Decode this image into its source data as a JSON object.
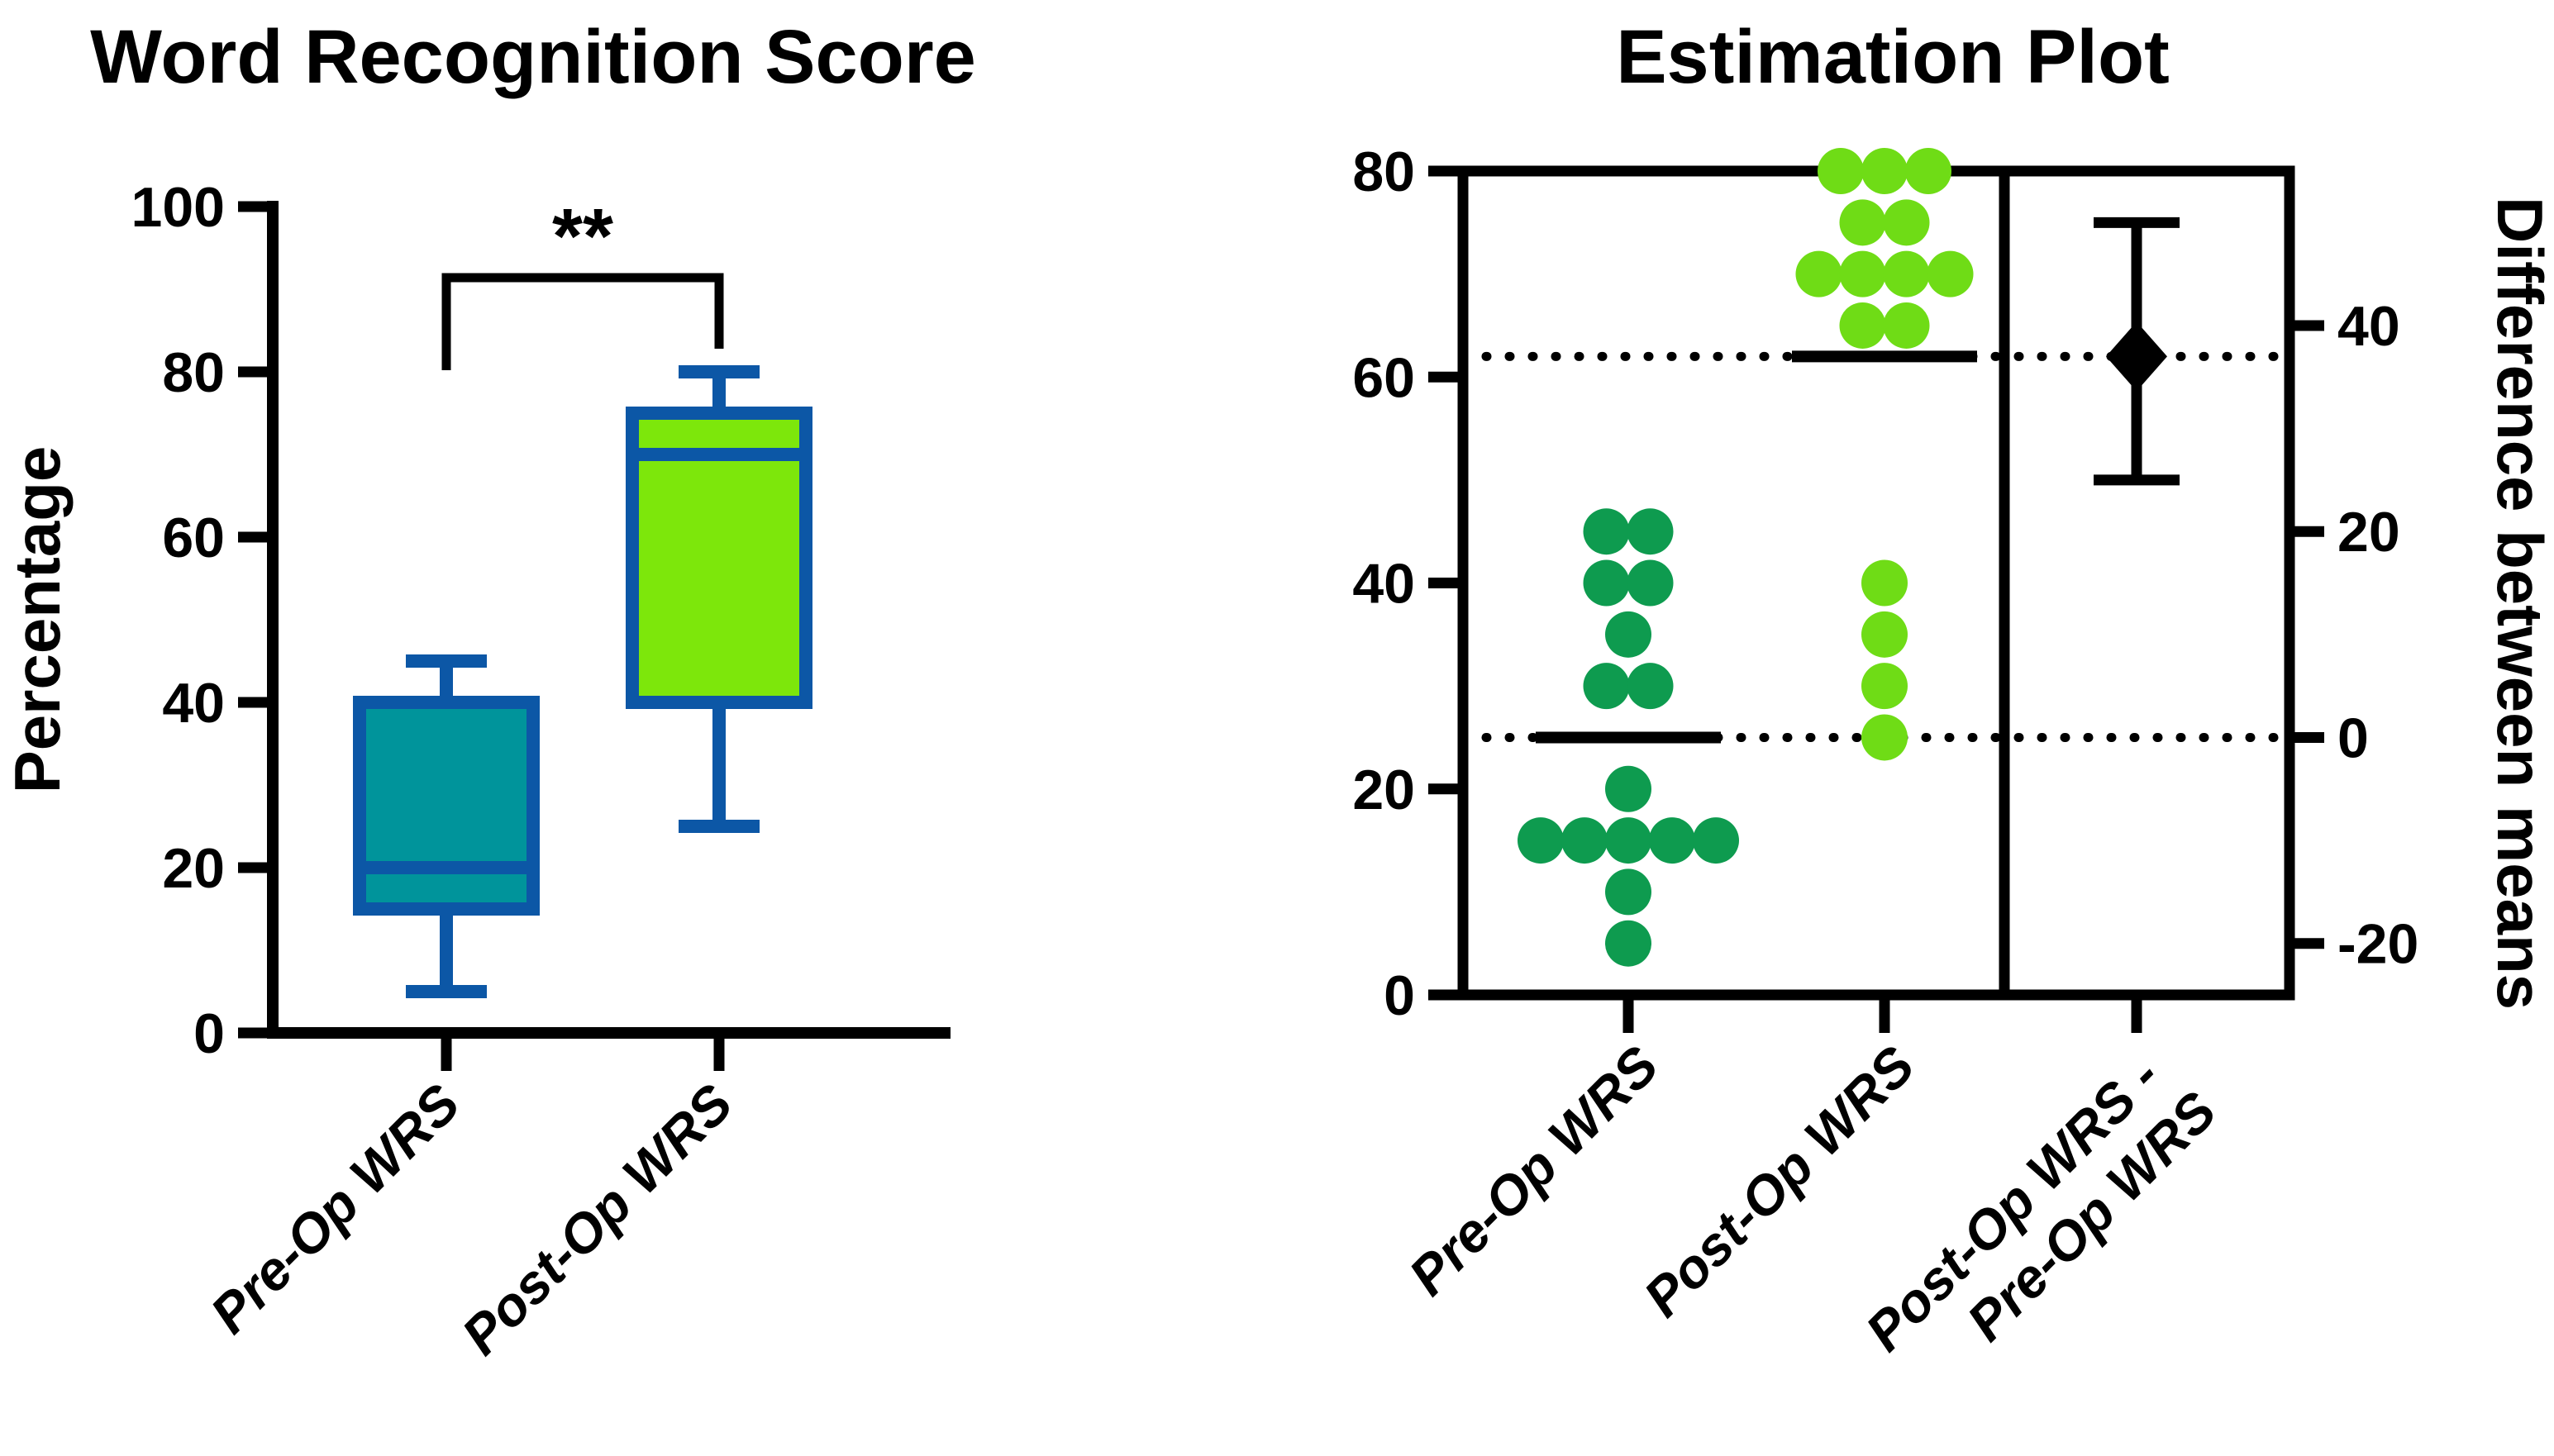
{
  "figure": {
    "background": "#FFFFFF",
    "colors": {
      "box_border_blue": "#0C57A6",
      "pre_op_box_fill_teal": "#00949B",
      "post_op_box_fill_green": "#7DE70B",
      "pre_op_dot_green": "#0E9B4F",
      "post_op_dot_green": "#6FDC16",
      "axis_black": "#000000"
    }
  },
  "chart_data": [
    {
      "type": "box",
      "title": "Word Recognition Score",
      "ylabel": "Percentage",
      "ylim": [
        0,
        100
      ],
      "yticks": [
        0,
        20,
        40,
        60,
        80,
        100
      ],
      "categories": [
        "Pre-Op WRS",
        "Post-Op WRS"
      ],
      "border_color": "#0C57A6",
      "boxes": [
        {
          "label": "Pre-Op WRS",
          "whisker_low": 5,
          "q1": 15,
          "median": 20,
          "q3": 40,
          "whisker_high": 45,
          "fill": "#00949B"
        },
        {
          "label": "Post-Op WRS",
          "whisker_low": 25,
          "q1": 40,
          "median": 70,
          "q3": 75,
          "whisker_high": 80,
          "fill": "#7DE70B"
        }
      ],
      "significance": {
        "label": "**",
        "between": [
          "Pre-Op WRS",
          "Post-Op WRS"
        ]
      }
    },
    {
      "type": "estimation",
      "title": "Estimation Plot",
      "left_ylim": [
        0,
        80
      ],
      "left_yticks": [
        0,
        20,
        40,
        60,
        80
      ],
      "right_axis_label": "Difference between means",
      "right_yticks": [
        40,
        20,
        0,
        -20
      ],
      "groups": [
        {
          "label": "Pre-Op WRS",
          "color": "#0E9B4F",
          "mean": 25,
          "values": [
            45,
            45,
            40,
            40,
            35,
            30,
            30,
            20,
            15,
            15,
            15,
            15,
            15,
            10,
            5
          ]
        },
        {
          "label": "Post-Op WRS",
          "color": "#6FDC16",
          "mean": 62,
          "values": [
            80,
            80,
            80,
            75,
            75,
            70,
            70,
            70,
            70,
            65,
            65,
            40,
            35,
            30,
            25
          ]
        }
      ],
      "difference": {
        "label_line1": "Post-Op WRS -",
        "label_line2": "Pre-Op WRS",
        "mean": 37,
        "ci_low": 25,
        "ci_high": 50
      }
    }
  ]
}
